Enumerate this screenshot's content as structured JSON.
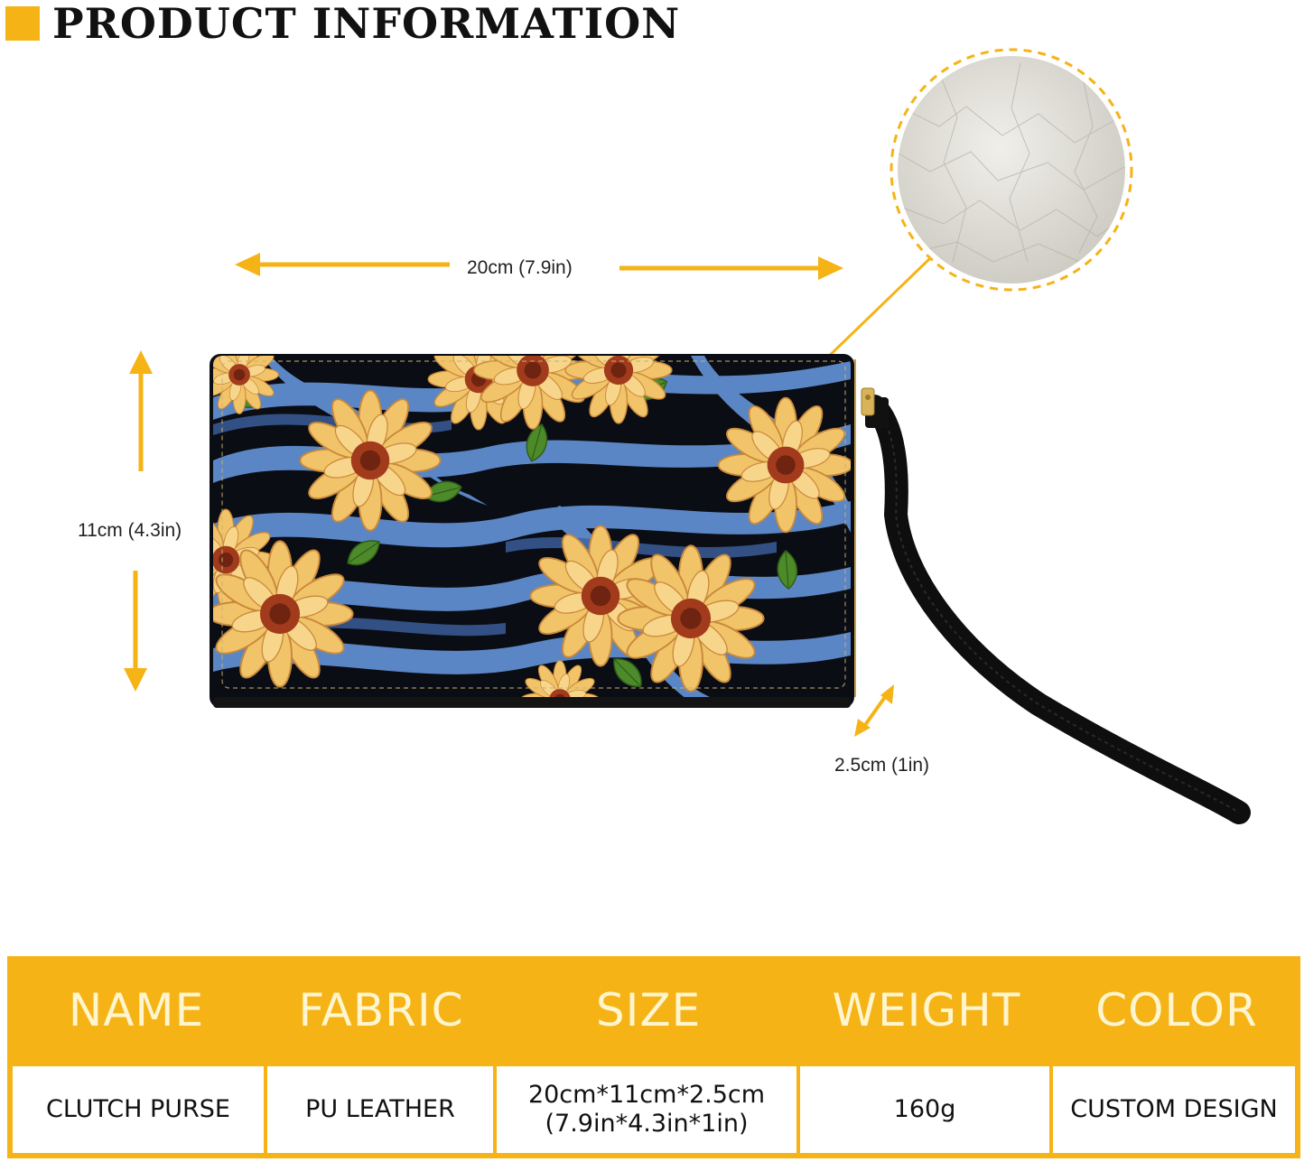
{
  "header": {
    "title": "PRODUCT INFORMATION",
    "accent_color": "#f5b316"
  },
  "dimensions": {
    "width_label": "20cm (7.9in)",
    "height_label": "11cm (4.3in)",
    "depth_label": "2.5cm (1in)"
  },
  "product_image": {
    "pattern_colors": {
      "stripe": "#5b86c5",
      "base": "#0b0d14",
      "petal": "#f2c46a",
      "center": "#a23b1c",
      "leaf": "#4d8a2a"
    },
    "material_swatch": "leather-texture"
  },
  "table": {
    "headers": [
      "NAME",
      "FABRIC",
      "SIZE",
      "WEIGHT",
      "COLOR"
    ],
    "values": [
      "CLUTCH  PURSE",
      "PU LEATHER",
      "20cm*11cm*2.5cm\n(7.9in*4.3in*1in)",
      "160g",
      "CUSTOM DESIGN"
    ]
  }
}
